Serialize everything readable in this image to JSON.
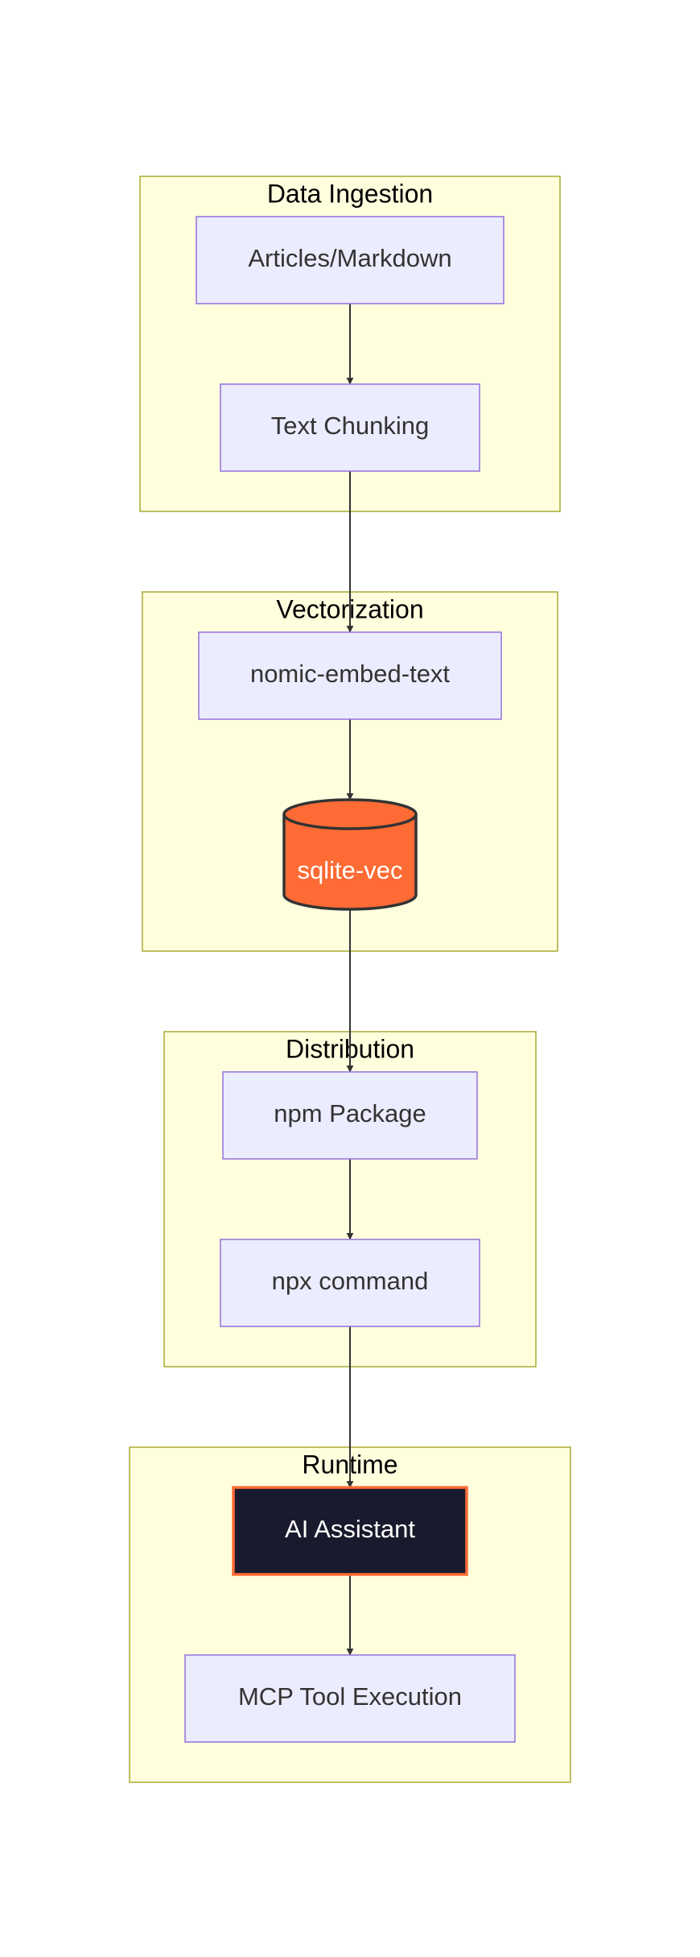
{
  "clusters": {
    "ingestion": {
      "title": "Data Ingestion"
    },
    "vectorization": {
      "title": "Vectorization"
    },
    "distribution": {
      "title": "Distribution"
    },
    "runtime": {
      "title": "Runtime"
    }
  },
  "nodes": {
    "articles": {
      "label": "Articles/Markdown"
    },
    "chunking": {
      "label": "Text Chunking"
    },
    "embed": {
      "label": "nomic-embed-text"
    },
    "sqlite": {
      "label": "sqlite-vec",
      "fill": "#ff6b35",
      "text_color": "#ffffff"
    },
    "npm": {
      "label": "npm Package"
    },
    "npx": {
      "label": "npx command"
    },
    "assistant": {
      "label": "AI Assistant",
      "fill": "#1a1a2e",
      "stroke": "#ff6b35",
      "text_color": "#ffffff"
    },
    "mcp": {
      "label": "MCP Tool Execution"
    }
  },
  "edges": [
    {
      "from": "Articles/Markdown",
      "to": "Text Chunking"
    },
    {
      "from": "Text Chunking",
      "to": "nomic-embed-text"
    },
    {
      "from": "nomic-embed-text",
      "to": "sqlite-vec"
    },
    {
      "from": "sqlite-vec",
      "to": "npm Package"
    },
    {
      "from": "npm Package",
      "to": "npx command"
    },
    {
      "from": "npx command",
      "to": "AI Assistant"
    },
    {
      "from": "AI Assistant",
      "to": "MCP Tool Execution"
    }
  ]
}
